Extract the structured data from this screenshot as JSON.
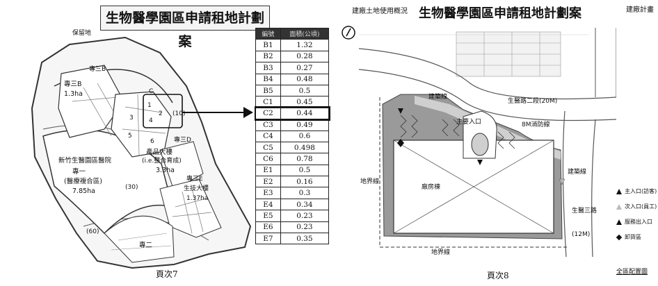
{
  "left": {
    "title": "生物醫學園區申請租地計劃案",
    "page_label": "頁次7",
    "map_labels": {
      "zone_b_name": "專三B",
      "zone_b_area": "1.3ha",
      "zone_c": "C",
      "zone_d": "專三D",
      "zone_e": "專三E",
      "zone_e_sub": "生技大樓",
      "zone_e_area": "1.37ha",
      "hospital_line1": "新竹生醫園區醫院",
      "hospital_line2": "專一",
      "hospital_line3": "(醫療複合區)",
      "hospital_area": "7.85ha",
      "ie_line1": "產品大樓",
      "ie_line2": "(i.e.整合育成)",
      "ie_area": "3.3ha",
      "zone_two": "專二",
      "top_label": "保留地",
      "road_10": "(10)",
      "road_30": "(30)",
      "road_60": "(60)",
      "c_parcels": [
        "1",
        "2",
        "3",
        "4",
        "5",
        "6"
      ]
    },
    "table": {
      "headers": [
        "編號",
        "面積(公頃)"
      ],
      "rows": [
        [
          "B1",
          "1.32"
        ],
        [
          "B2",
          "0.28"
        ],
        [
          "B3",
          "0.27"
        ],
        [
          "B4",
          "0.48"
        ],
        [
          "B5",
          "0.5"
        ],
        [
          "C1",
          "0.45"
        ],
        [
          "C2",
          "0.44"
        ],
        [
          "C3",
          "0.49"
        ],
        [
          "C4",
          "0.6"
        ],
        [
          "C5",
          "0.498"
        ],
        [
          "C6",
          "0.78"
        ],
        [
          "E1",
          "0.5"
        ],
        [
          "E2",
          "0.16"
        ],
        [
          "E3",
          "0.3"
        ],
        [
          "E4",
          "0.34"
        ],
        [
          "E5",
          "0.23"
        ],
        [
          "E6",
          "0.23"
        ],
        [
          "E7",
          "0.35"
        ]
      ],
      "highlighted_row": "C2"
    }
  },
  "right": {
    "title": "生物醫學園區申請租地計劃案",
    "header_left": "建廠土地使用概況",
    "header_right": "建廠計畫",
    "page_label": "頁次8",
    "map_labels": {
      "building_line": "建築線",
      "road_two": "生醫路二段(20M)",
      "main_entry": "主要入口",
      "fire_lane": "8M消防線",
      "property_line": "地界線",
      "factory": "廠房棟",
      "road_three": "生醫三路",
      "road_three_width": "(12M)",
      "property_line_bottom": "地界線",
      "building_line_right": "建築線"
    },
    "legend": [
      {
        "icon": "filled-triangle",
        "label": "主入口(訪客)",
        "color": "#111111"
      },
      {
        "icon": "light-triangle",
        "label": "次入口(員工)",
        "color": "#bbbbbb"
      },
      {
        "icon": "filled-triangle",
        "label": "服務出入口",
        "color": "#111111"
      },
      {
        "icon": "diamond",
        "label": "卸貨區",
        "color": "#111111"
      }
    ],
    "legend_footer": "全區配置圖"
  }
}
